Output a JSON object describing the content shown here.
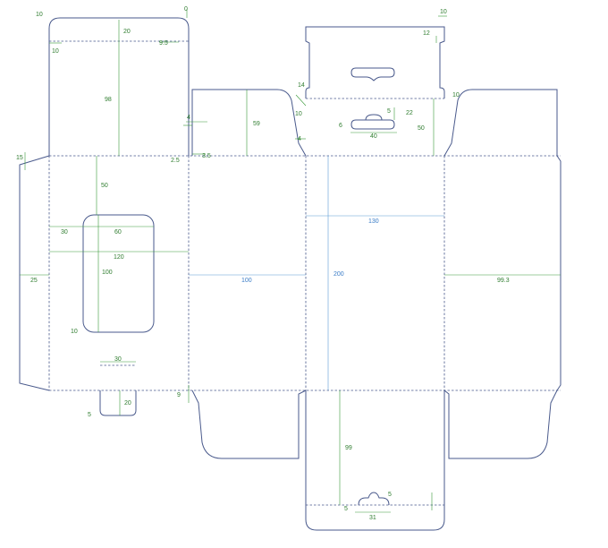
{
  "dims": {
    "top_tuck_width": "20",
    "top_tuck_depth": "98",
    "top_left_radius": "10",
    "top_small_10": "10",
    "top_right_0": "0",
    "top_flap_9_5": "9.5",
    "side_50": "50",
    "window_offset_30": "30",
    "window_width_60": "60",
    "panel_width_120": "120",
    "window_height_100": "100",
    "window_radius_10": "10",
    "side_15": "15",
    "glue_25": "25",
    "corner_2_5": "2.5",
    "corner_3_5": "3.5",
    "dust_59": "59",
    "dust_4_top": "4",
    "dust_4_bot": "4",
    "dust_14": "14",
    "dust_10_left": "10",
    "hang_6": "6",
    "hang_5": "5",
    "hang_40": "40",
    "hang_22": "22",
    "hang_12": "12",
    "hang_10_top": "10",
    "hang_50": "50",
    "hang_10_right": "10",
    "front_width_130": "130",
    "side_panel_100": "100",
    "height_200": "200",
    "back_99_3": "99.3",
    "bottom_flap_30": "30",
    "bottom_flap_20": "20",
    "bottom_flap_5": "5",
    "bottom_9": "9",
    "bottom_99": "99",
    "notch_5": "5",
    "notch_31": "31",
    "notch_5_left": "5"
  },
  "colors": {
    "cut_line": "#4a5a8c",
    "fold_line": "#4a5a8c",
    "dimension_green": "#3b9a3b",
    "dimension_blue": "#5b9bd5"
  }
}
